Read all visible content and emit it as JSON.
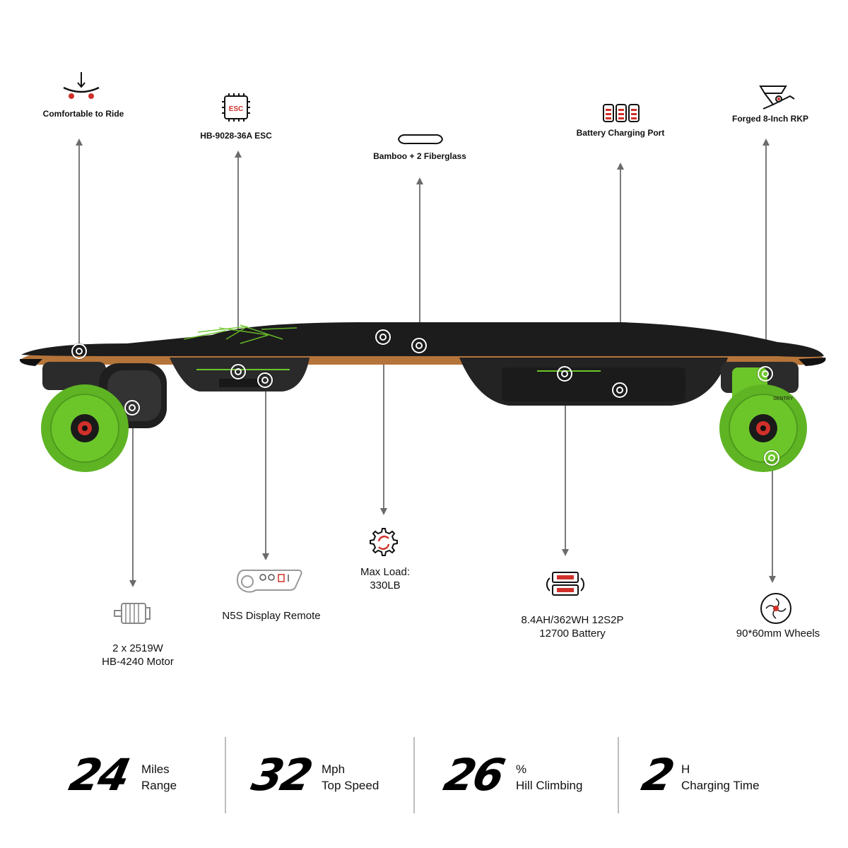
{
  "features_top": [
    {
      "id": "comfort",
      "label": "Comfortable to Ride",
      "icon": "deck-flex-icon"
    },
    {
      "id": "esc",
      "label": "HB-9028-36A ESC",
      "icon": "esc-chip-icon",
      "chip_text": "ESC"
    },
    {
      "id": "deck",
      "label": "Bamboo + 2 Fiberglass",
      "icon": "deck-shape-icon"
    },
    {
      "id": "charging_port",
      "label": "Battery Charging Port",
      "icon": "battery-cells-icon"
    },
    {
      "id": "trucks",
      "label": "Forged 8-Inch RKP",
      "icon": "truck-icon"
    }
  ],
  "features_bottom": [
    {
      "id": "motor",
      "line1": "2 x 2519W",
      "line2": "HB-4240 Motor",
      "icon": "motor-icon"
    },
    {
      "id": "remote",
      "line1": "N5S Display Remote",
      "icon": "remote-icon"
    },
    {
      "id": "load",
      "line1": "Max Load:",
      "line2": "330LB",
      "icon": "gear-load-icon"
    },
    {
      "id": "battery",
      "line1": "8.4AH/362WH 12S2P",
      "line2": "12700 Battery",
      "icon": "battery-pack-icon"
    },
    {
      "id": "wheels",
      "line1": "90*60mm Wheels",
      "icon": "wheel-icon"
    }
  ],
  "board": {
    "wheel_brand": "SENTRY"
  },
  "stats": [
    {
      "value": "24",
      "unit": "Miles",
      "label": "Range"
    },
    {
      "value": "32",
      "unit": "Mph",
      "label": "Top Speed"
    },
    {
      "value": "26",
      "unit": "%",
      "label": "Hill Climbing"
    },
    {
      "value": "2",
      "unit": "H",
      "label": "Charging Time"
    }
  ],
  "colors": {
    "accent_green": "#6cc62a",
    "accent_red": "#d0302a",
    "deck_wood": "#b5743a",
    "grip": "#1c1c1c",
    "line": "#7a7a7a"
  }
}
